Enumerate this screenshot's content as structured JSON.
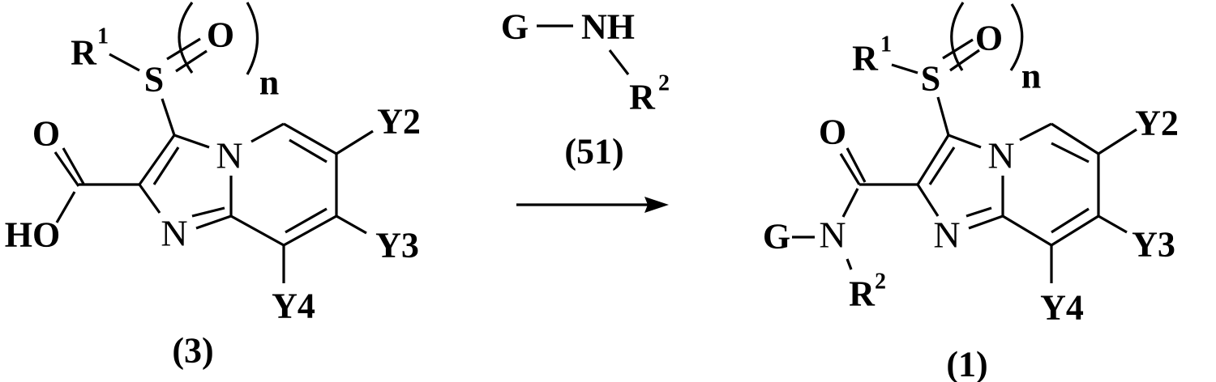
{
  "reactant": {
    "label": "(3)",
    "atoms": {
      "R": "R",
      "R_sup": "1",
      "S": "S",
      "O_sulf": "O",
      "n": "n",
      "N_bridge": "N",
      "N_ring": "N",
      "O_carbonyl": "O",
      "OH": "HO",
      "Y2": "Y2",
      "Y3": "Y3",
      "Y4": "Y4"
    }
  },
  "reagent": {
    "label": "(51)",
    "atoms": {
      "G": "G",
      "NH": "NH",
      "R": "R",
      "R_sup": "2"
    }
  },
  "product": {
    "label": "(1)",
    "atoms": {
      "R": "R",
      "R_sup": "1",
      "S": "S",
      "O_sulf": "O",
      "n": "n",
      "N_bridge": "N",
      "N_ring": "N",
      "O_carbonyl": "O",
      "G": "G",
      "N_amide": "N",
      "R2": "R",
      "R2_sup": "2",
      "Y2": "Y2",
      "Y3": "Y3",
      "Y4": "Y4"
    }
  },
  "colors": {
    "ink": "#000000",
    "background": "#ffffff"
  }
}
